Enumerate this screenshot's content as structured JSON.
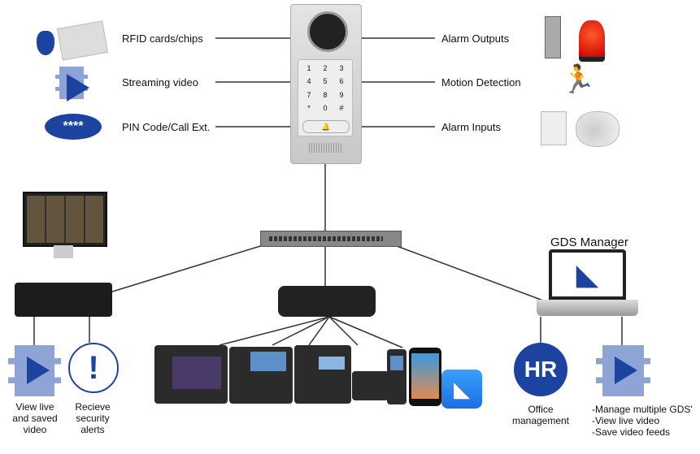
{
  "left_features": [
    "RFID cards/chips",
    "Streaming video",
    "PIN Code/Call Ext."
  ],
  "right_features": [
    "Alarm Outputs",
    "Motion Detection",
    "Alarm Inputs"
  ],
  "pin_badge": "****",
  "keypad": [
    "1",
    "2",
    "3",
    "4",
    "5",
    "6",
    "7",
    "8",
    "9",
    "*",
    "0",
    "#"
  ],
  "gds_manager_title": "GDS Manager",
  "hr_badge": "HR",
  "captions": {
    "view_video": "View live and saved video",
    "alerts": "Recieve security alerts",
    "office": "Office management",
    "manager_lines": [
      "-Manage multiple GDS'",
      "-View live video",
      "-Save video feeds"
    ]
  },
  "colors": {
    "brand_blue": "#1d43a0",
    "video_icon": "#8ea3d6",
    "line": "#333333"
  }
}
